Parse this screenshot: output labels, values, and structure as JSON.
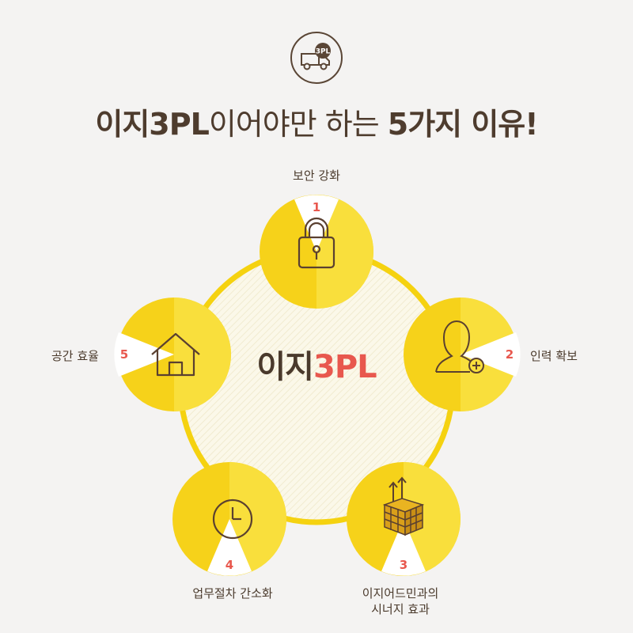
{
  "header": {
    "badge_text": "3PL",
    "title_bold_1": "이지3PL",
    "title_light": "이어야만 하는 ",
    "title_bold_2": "5가지 이유!"
  },
  "center": {
    "brand_dark": "이지",
    "brand_accent": "3PL"
  },
  "reasons": [
    {
      "number": "1",
      "label": "보안 강화",
      "icon": "padlock-icon"
    },
    {
      "number": "2",
      "label": "인력 확보",
      "icon": "person-add-icon"
    },
    {
      "number": "3",
      "label_line1": "이지어드민과의",
      "label_line2": "시너지 효과",
      "icon": "cube-stack-icon"
    },
    {
      "number": "4",
      "label": "업무절차 간소화",
      "icon": "clock-icon"
    },
    {
      "number": "5",
      "label": "공간 효율",
      "icon": "house-icon"
    }
  ],
  "colors": {
    "background": "#f4f3f2",
    "circle_yellow": "#f6d21a",
    "circle_yellow_light": "#f9df3c",
    "center_fill": "#fbf8e9",
    "ring": "#f5d210",
    "accent_red": "#e8584e",
    "text_brown": "#4a3a2c"
  }
}
